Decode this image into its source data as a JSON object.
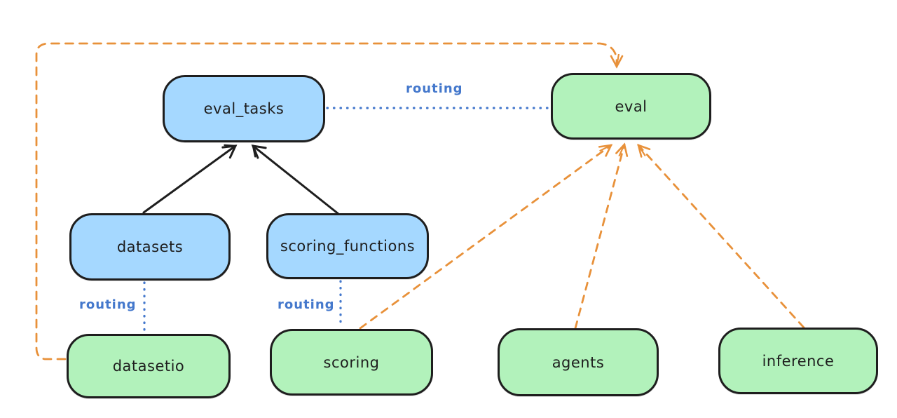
{
  "diagram": {
    "background": "#ffffff",
    "colors": {
      "node_stroke": "#1e1e1e",
      "blue_node_fill": "#a5d8ff",
      "green_node_fill": "#b2f2bb",
      "solid_arrow": "#1e1e1e",
      "dashed_arrow": "#e8913a",
      "dotted_line": "#4478cc",
      "routing_label_color": "#4478cc"
    },
    "nodes": {
      "eval_tasks": {
        "label": "eval_tasks",
        "fill": "blue"
      },
      "eval": {
        "label": "eval",
        "fill": "green"
      },
      "datasets": {
        "label": "datasets",
        "fill": "blue"
      },
      "scoring_functions": {
        "label": "scoring_functions",
        "fill": "blue"
      },
      "datasetio": {
        "label": "datasetio",
        "fill": "green"
      },
      "scoring": {
        "label": "scoring",
        "fill": "green"
      },
      "agents": {
        "label": "agents",
        "fill": "green"
      },
      "inference": {
        "label": "inference",
        "fill": "green"
      }
    },
    "edge_labels": {
      "eval_tasks_to_eval": "routing",
      "datasets_to_datasetio": "routing",
      "scoring_functions_to_scoring": "routing"
    },
    "edges": [
      {
        "from": "datasets",
        "to": "eval_tasks",
        "style": "solid-arrow",
        "label": ""
      },
      {
        "from": "scoring_functions",
        "to": "eval_tasks",
        "style": "solid-arrow",
        "label": ""
      },
      {
        "from": "eval_tasks",
        "to": "eval",
        "style": "dotted",
        "label": "routing"
      },
      {
        "from": "datasets",
        "to": "datasetio",
        "style": "dotted",
        "label": "routing"
      },
      {
        "from": "scoring_functions",
        "to": "scoring",
        "style": "dotted",
        "label": "routing"
      },
      {
        "from": "datasetio",
        "to": "eval",
        "style": "dashed-arrow",
        "label": ""
      },
      {
        "from": "scoring",
        "to": "eval",
        "style": "dashed-arrow",
        "label": ""
      },
      {
        "from": "agents",
        "to": "eval",
        "style": "dashed-arrow",
        "label": ""
      },
      {
        "from": "inference",
        "to": "eval",
        "style": "dashed-arrow",
        "label": ""
      }
    ]
  }
}
